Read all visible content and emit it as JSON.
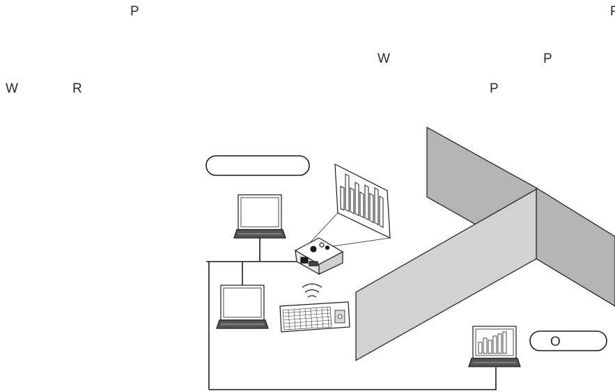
{
  "labels": {
    "p_top_left": "P",
    "p_top_right": "P",
    "w_mid": "W",
    "p_mid": "P",
    "w_left": "W",
    "r_left": "R",
    "p_lower": "P"
  },
  "callouts": {
    "left_pill": "",
    "right_pill": "O"
  },
  "colors": {
    "wall_fill": "#b4b4b4",
    "wall_light": "#d2d2d2",
    "line": "#1a1a1a"
  }
}
